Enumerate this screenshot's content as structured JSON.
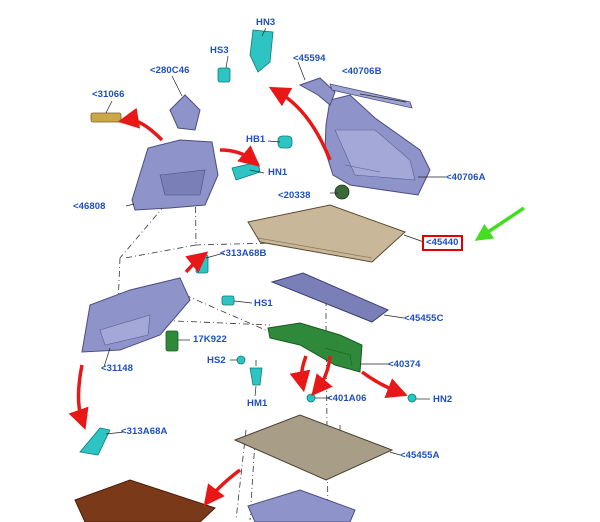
{
  "colors": {
    "label": "#1d4fc0",
    "panel": "#8e93c9",
    "teal": "#2ec4c4",
    "green_part": "#2e8a3a",
    "tan": "#c9b79a",
    "mat": "#7a3a1a",
    "red_arrow": "#e81818",
    "green_arrow": "#44dd22",
    "highlight_box": "#e00000"
  },
  "labels": {
    "hn3": "HN3",
    "hs3": "HS3",
    "p45594": "<45594",
    "p280c46": "<280C46",
    "p40706b": "<40706B",
    "p31066": "<31066",
    "hb1": "HB1",
    "hn1": "HN1",
    "p40706a": "<40706A",
    "p20338": "<20338",
    "p46808": "<46808",
    "p45440": "<45440",
    "p313a68b": "<313A68B",
    "hs1": "HS1",
    "p45455c": "<45455C",
    "p17k922": "17K922",
    "hs2": "HS2",
    "p40374": "<40374",
    "p31148": "<31148",
    "hm1": "HM1",
    "p401a06": "<401A06",
    "hn2": "HN2",
    "p313a68a": "<313A68A",
    "p45455a": "<45455A"
  }
}
